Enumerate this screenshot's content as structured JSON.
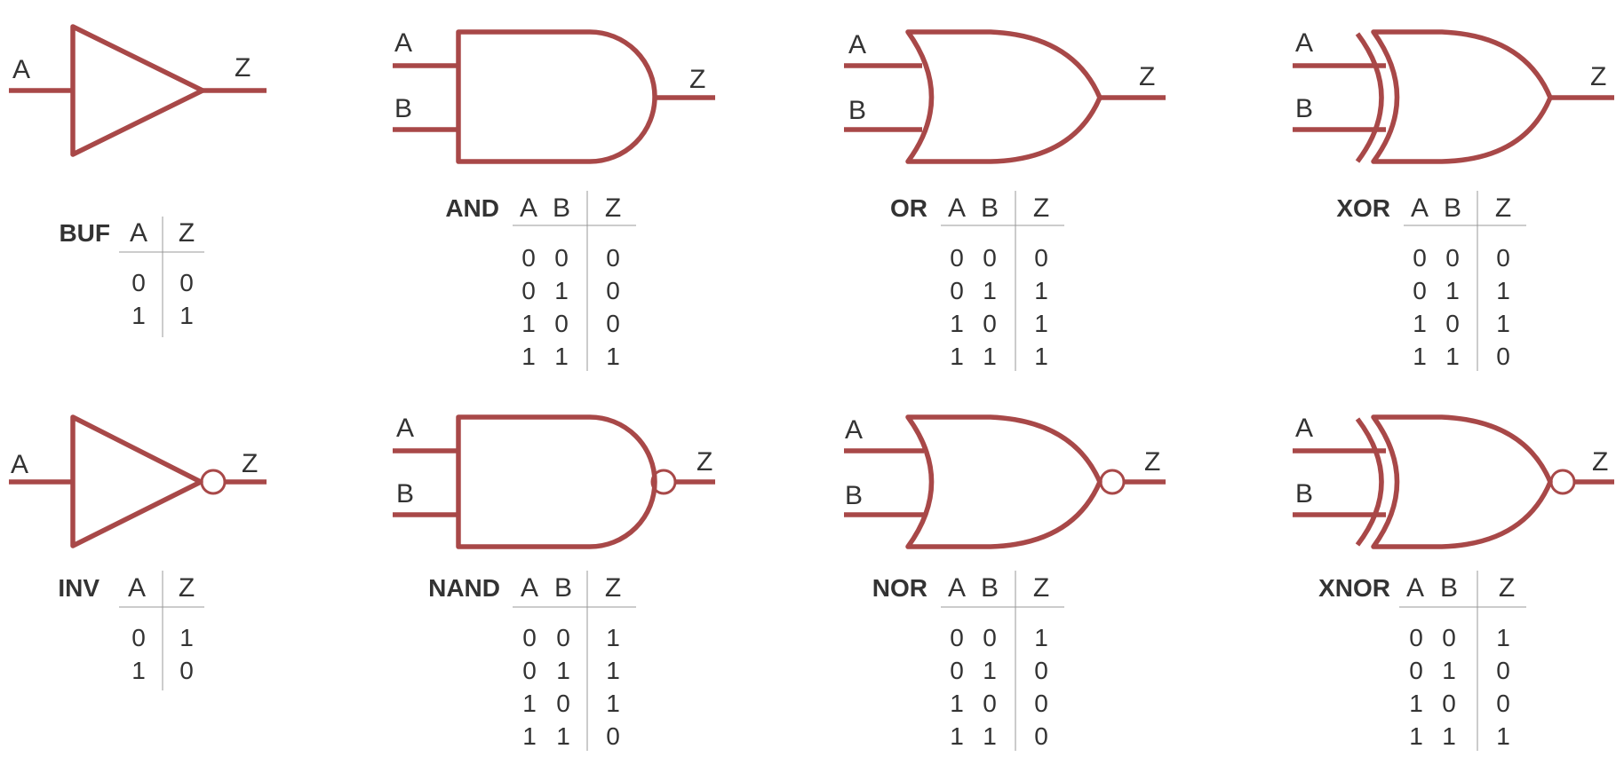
{
  "colors": {
    "gate_stroke": "#a84848",
    "text": "#333333",
    "table_rule": "#999999"
  },
  "gates": [
    {
      "id": "buf",
      "name": "BUF",
      "shape": "triangle",
      "bubble": false,
      "inputs": [
        "A"
      ],
      "output": "Z",
      "columns": [
        "A",
        "Z"
      ],
      "rows": [
        [
          "0",
          "0"
        ],
        [
          "1",
          "1"
        ]
      ]
    },
    {
      "id": "and",
      "name": "AND",
      "shape": "and",
      "bubble": false,
      "inputs": [
        "A",
        "B"
      ],
      "output": "Z",
      "columns": [
        "A",
        "B",
        "Z"
      ],
      "rows": [
        [
          "0",
          "0",
          "0"
        ],
        [
          "0",
          "1",
          "0"
        ],
        [
          "1",
          "0",
          "0"
        ],
        [
          "1",
          "1",
          "1"
        ]
      ]
    },
    {
      "id": "or",
      "name": "OR",
      "shape": "or",
      "bubble": false,
      "inputs": [
        "A",
        "B"
      ],
      "output": "Z",
      "columns": [
        "A",
        "B",
        "Z"
      ],
      "rows": [
        [
          "0",
          "0",
          "0"
        ],
        [
          "0",
          "1",
          "1"
        ],
        [
          "1",
          "0",
          "1"
        ],
        [
          "1",
          "1",
          "1"
        ]
      ]
    },
    {
      "id": "xor",
      "name": "XOR",
      "shape": "xor",
      "bubble": false,
      "inputs": [
        "A",
        "B"
      ],
      "output": "Z",
      "columns": [
        "A",
        "B",
        "Z"
      ],
      "rows": [
        [
          "0",
          "0",
          "0"
        ],
        [
          "0",
          "1",
          "1"
        ],
        [
          "1",
          "0",
          "1"
        ],
        [
          "1",
          "1",
          "0"
        ]
      ]
    },
    {
      "id": "inv",
      "name": "INV",
      "shape": "triangle",
      "bubble": true,
      "inputs": [
        "A"
      ],
      "output": "Z",
      "columns": [
        "A",
        "Z"
      ],
      "rows": [
        [
          "0",
          "1"
        ],
        [
          "1",
          "0"
        ]
      ]
    },
    {
      "id": "nand",
      "name": "NAND",
      "shape": "and",
      "bubble": true,
      "inputs": [
        "A",
        "B"
      ],
      "output": "Z",
      "columns": [
        "A",
        "B",
        "Z"
      ],
      "rows": [
        [
          "0",
          "0",
          "1"
        ],
        [
          "0",
          "1",
          "1"
        ],
        [
          "1",
          "0",
          "1"
        ],
        [
          "1",
          "1",
          "0"
        ]
      ]
    },
    {
      "id": "nor",
      "name": "NOR",
      "shape": "or",
      "bubble": true,
      "inputs": [
        "A",
        "B"
      ],
      "output": "Z",
      "columns": [
        "A",
        "B",
        "Z"
      ],
      "rows": [
        [
          "0",
          "0",
          "1"
        ],
        [
          "0",
          "1",
          "0"
        ],
        [
          "1",
          "0",
          "0"
        ],
        [
          "1",
          "1",
          "0"
        ]
      ]
    },
    {
      "id": "xnor",
      "name": "XNOR",
      "shape": "xor",
      "bubble": true,
      "inputs": [
        "A",
        "B"
      ],
      "output": "Z",
      "columns": [
        "A",
        "B",
        "Z"
      ],
      "rows": [
        [
          "0",
          "0",
          "1"
        ],
        [
          "0",
          "1",
          "0"
        ],
        [
          "1",
          "0",
          "0"
        ],
        [
          "1",
          "1",
          "1"
        ]
      ]
    }
  ]
}
